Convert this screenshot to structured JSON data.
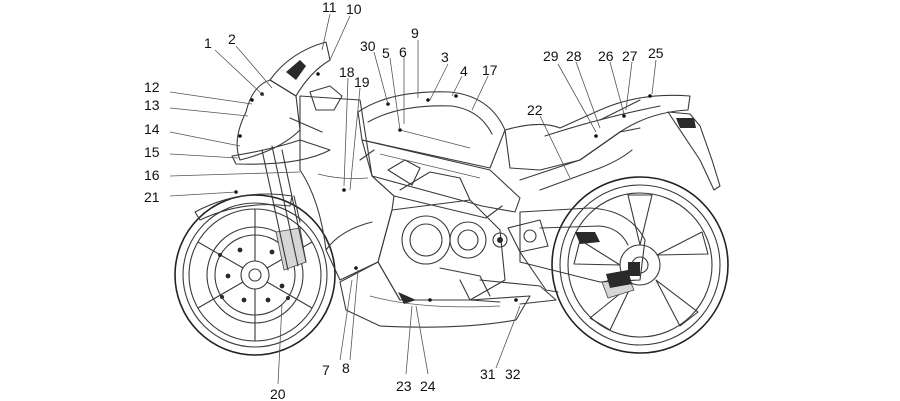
{
  "callouts": [
    {
      "label": "1"
    },
    {
      "label": "2"
    },
    {
      "label": "3"
    },
    {
      "label": "4"
    },
    {
      "label": "5"
    },
    {
      "label": "6"
    },
    {
      "label": "7"
    },
    {
      "label": "8"
    },
    {
      "label": "9"
    },
    {
      "label": "10"
    },
    {
      "label": "11"
    },
    {
      "label": "12"
    },
    {
      "label": "13"
    },
    {
      "label": "14"
    },
    {
      "label": "15"
    },
    {
      "label": "16"
    },
    {
      "label": "17"
    },
    {
      "label": "18"
    },
    {
      "label": "19"
    },
    {
      "label": "20"
    },
    {
      "label": "21"
    },
    {
      "label": "22"
    },
    {
      "label": "23"
    },
    {
      "label": "24"
    },
    {
      "label": "25"
    },
    {
      "label": "26"
    },
    {
      "label": "27"
    },
    {
      "label": "28"
    },
    {
      "label": "29"
    },
    {
      "label": "30"
    },
    {
      "label": "31"
    },
    {
      "label": "32"
    }
  ]
}
